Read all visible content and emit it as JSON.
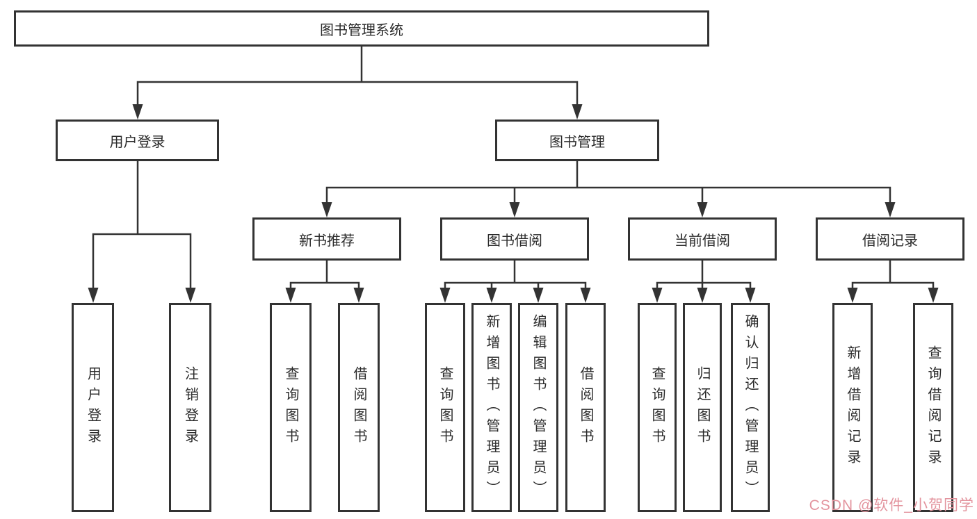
{
  "colors": {
    "background": "#ffffff",
    "line": "#333333",
    "box_border": "#333333",
    "text": "#2b2b2b",
    "watermark": "#e3949e"
  },
  "watermark": {
    "text": "CSDN @软件_小贺同学"
  },
  "tree": {
    "root": {
      "label": "图书管理系统",
      "children": [
        {
          "label": "用户登录",
          "children": [
            {
              "label": "用户登录"
            },
            {
              "label": "注销登录"
            }
          ]
        },
        {
          "label": "图书管理",
          "children": [
            {
              "label": "新书推荐",
              "children": [
                {
                  "label": "查询图书"
                },
                {
                  "label": "借阅图书"
                }
              ]
            },
            {
              "label": "图书借阅",
              "children": [
                {
                  "label": "查询图书"
                },
                {
                  "label": "新增图书（管理员）"
                },
                {
                  "label": "编辑图书（管理员）"
                },
                {
                  "label": "借阅图书"
                }
              ]
            },
            {
              "label": "当前借阅",
              "children": [
                {
                  "label": "查询图书"
                },
                {
                  "label": "归还图书"
                },
                {
                  "label": "确认归还（管理员）"
                }
              ]
            },
            {
              "label": "借阅记录",
              "children": [
                {
                  "label": "新增借阅记录"
                },
                {
                  "label": "查询借阅记录"
                }
              ]
            }
          ]
        }
      ]
    }
  }
}
